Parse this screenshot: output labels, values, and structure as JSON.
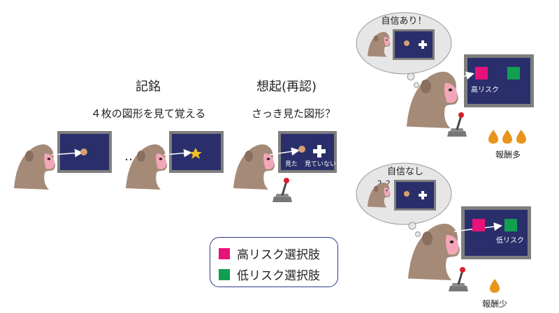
{
  "encode": {
    "title": "記銘",
    "subtitle": "４枚の図形を見て覚える",
    "ellipsis": "…"
  },
  "recall": {
    "title": "想起(再認)",
    "subtitle": "さっき見た図形？",
    "seen_label": "見た",
    "unseen_label": "見ていない"
  },
  "confident": {
    "thought_label": "自信あり！",
    "screen_label": "高リスク",
    "reward_label": "報酬多",
    "drops": 3
  },
  "unsure": {
    "thought_label": "自信なし",
    "marks": "？？",
    "screen_label": "低リスク",
    "reward_label": "報酬少",
    "drops": 1
  },
  "legend": {
    "items": [
      {
        "label": "高リスク選択肢",
        "color": "#e8127a"
      },
      {
        "label": "低リスク選択肢",
        "color": "#10a050"
      }
    ]
  },
  "colors": {
    "monkey": "#a58a78",
    "face": "#f2a7b8",
    "screen": "#2a2f6b",
    "frame": "#7e7e7e",
    "drop": "#e8931a",
    "high_risk": "#e8127a",
    "low_risk": "#10a050"
  }
}
